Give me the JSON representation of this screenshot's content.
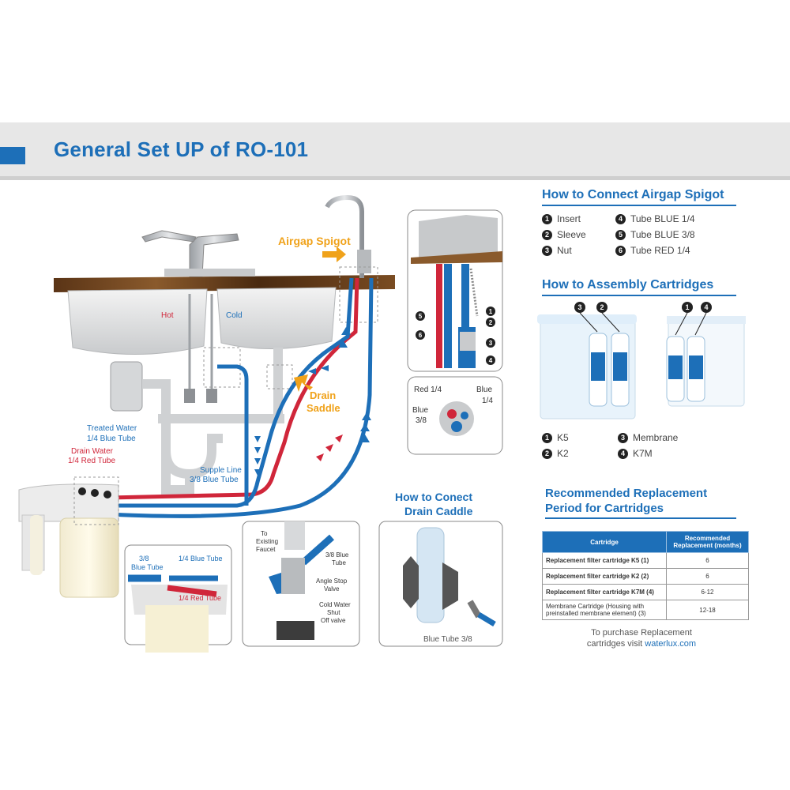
{
  "header": {
    "title": "General Set UP of RO-101"
  },
  "colors": {
    "accent": "#1d6fb8",
    "blue_tube": "#1d6fb8",
    "red_tube": "#d0263a",
    "orange": "#f0a21a"
  },
  "diagram_labels": {
    "airgap_spigot": "Airgap Spigot",
    "hot": "Hot",
    "cold": "Cold",
    "drain": "Drain",
    "saddle": "Saddle",
    "treated_water": "Treated Water",
    "treated_tube": "1/4 Blue Tube",
    "drain_water": "Drain Water",
    "drain_tube": "1/4 Red Tube",
    "supply_line": "Supple Line",
    "supply_tube": "3/8 Blue Tube",
    "red14": "Red 1/4",
    "blue": "Blue",
    "blue_frac": "1/4",
    "blue38_a": "Blue",
    "blue38_b": "3/8",
    "callout_38": "3/8",
    "callout_38_tube": "Blue Tube",
    "callout_14_blue": "1/4 Blue Tube",
    "callout_14_red": "1/4 Red Tube",
    "to": "To",
    "existing": "Existing",
    "faucet": "Faucet",
    "tube38_a": "3/8 Blue",
    "tube38_b": "Tube",
    "angle_a": "Angle Stop",
    "angle_b": "Valve",
    "cold_a": "Cold Water",
    "cold_b": "Shut",
    "cold_c": "Off valve",
    "conect_a": "How to Conect",
    "conect_b": "Drain Caddle",
    "blue_tube_38": "Blue Tube 3/8",
    "n1": "1",
    "n2": "2",
    "n3": "3",
    "n4": "4",
    "n5": "5",
    "n6": "6"
  },
  "airgap": {
    "title": "How to Connect Airgap Spigot",
    "items": [
      {
        "num": "1",
        "label": "Insert"
      },
      {
        "num": "2",
        "label": "Sleeve"
      },
      {
        "num": "3",
        "label": "Nut"
      },
      {
        "num": "4",
        "label": "Tube BLUE 1/4"
      },
      {
        "num": "5",
        "label": "Tube BLUE 3/8"
      },
      {
        "num": "6",
        "label": "Tube RED 1/4"
      }
    ]
  },
  "assembly": {
    "title": "How to Assembly Cartridges",
    "items": [
      {
        "num": "1",
        "label": "K5"
      },
      {
        "num": "2",
        "label": "K2"
      },
      {
        "num": "3",
        "label": "Membrane"
      },
      {
        "num": "4",
        "label": "K7M"
      }
    ]
  },
  "replacement": {
    "title_line1": "Recommended Replacement",
    "title_line2": "Period for Cartridges",
    "columns": [
      "Cartridge",
      "Recommended Replacement (months)"
    ],
    "rows": [
      {
        "cartridge": "Replacement filter cartridge K5 (1)",
        "months": "6"
      },
      {
        "cartridge": "Replacement filter cartridge K2 (2)",
        "months": "6"
      },
      {
        "cartridge": "Replacement filter cartridge K7M (4)",
        "months": "6-12"
      },
      {
        "cartridge": "Membrane Cartridge (Housing with preinstalled membrane element) (3)",
        "months": "12-18"
      }
    ],
    "purchase_line1": "To purchase Replacement",
    "purchase_line2": "cartridges visit",
    "purchase_site": "waterlux.com"
  }
}
